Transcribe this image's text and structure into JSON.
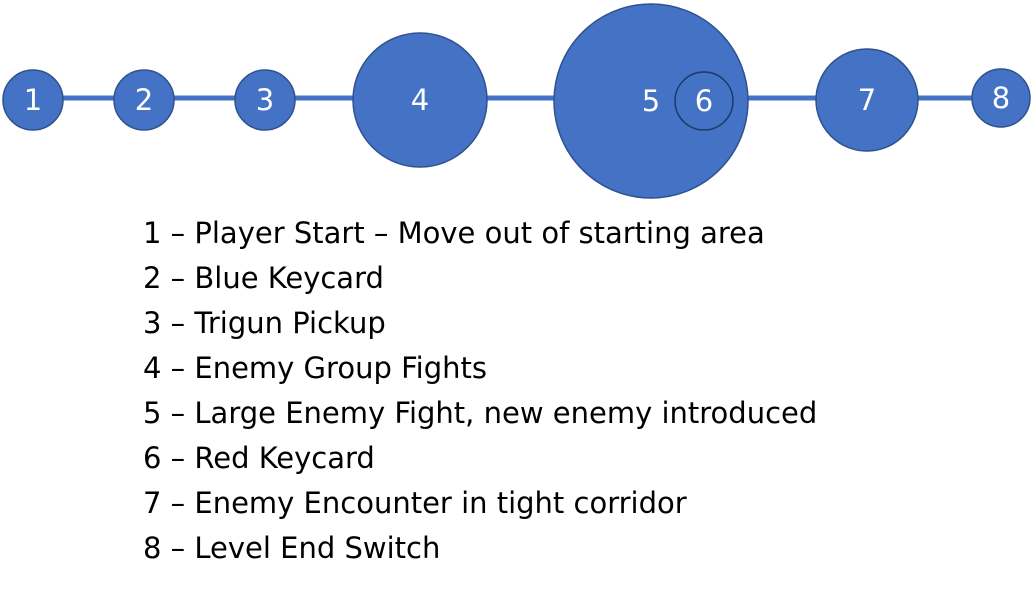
{
  "colors": {
    "node_fill": "#4472C4",
    "node_stroke": "#2F528F",
    "connector": "#4472C4",
    "label_text": "#FFFFFF",
    "legend_text": "#000000"
  },
  "nodes": [
    {
      "id": "1",
      "label": "1"
    },
    {
      "id": "2",
      "label": "2"
    },
    {
      "id": "3",
      "label": "3"
    },
    {
      "id": "4",
      "label": "4"
    },
    {
      "id": "5",
      "label": "5"
    },
    {
      "id": "6",
      "label": "6"
    },
    {
      "id": "7",
      "label": "7"
    },
    {
      "id": "8",
      "label": "8"
    }
  ],
  "edges": [
    [
      "1",
      "2"
    ],
    [
      "2",
      "3"
    ],
    [
      "3",
      "4"
    ],
    [
      "4",
      "5"
    ],
    [
      "5",
      "7"
    ],
    [
      "7",
      "8"
    ]
  ],
  "legend": [
    "1 – Player Start – Move out of starting area",
    "2 – Blue Keycard",
    "3 – Trigun Pickup",
    "4 – Enemy Group Fights",
    "5 – Large Enemy Fight, new enemy introduced",
    "6 – Red Keycard",
    "7 – Enemy Encounter in tight corridor",
    "8 – Level End Switch"
  ]
}
